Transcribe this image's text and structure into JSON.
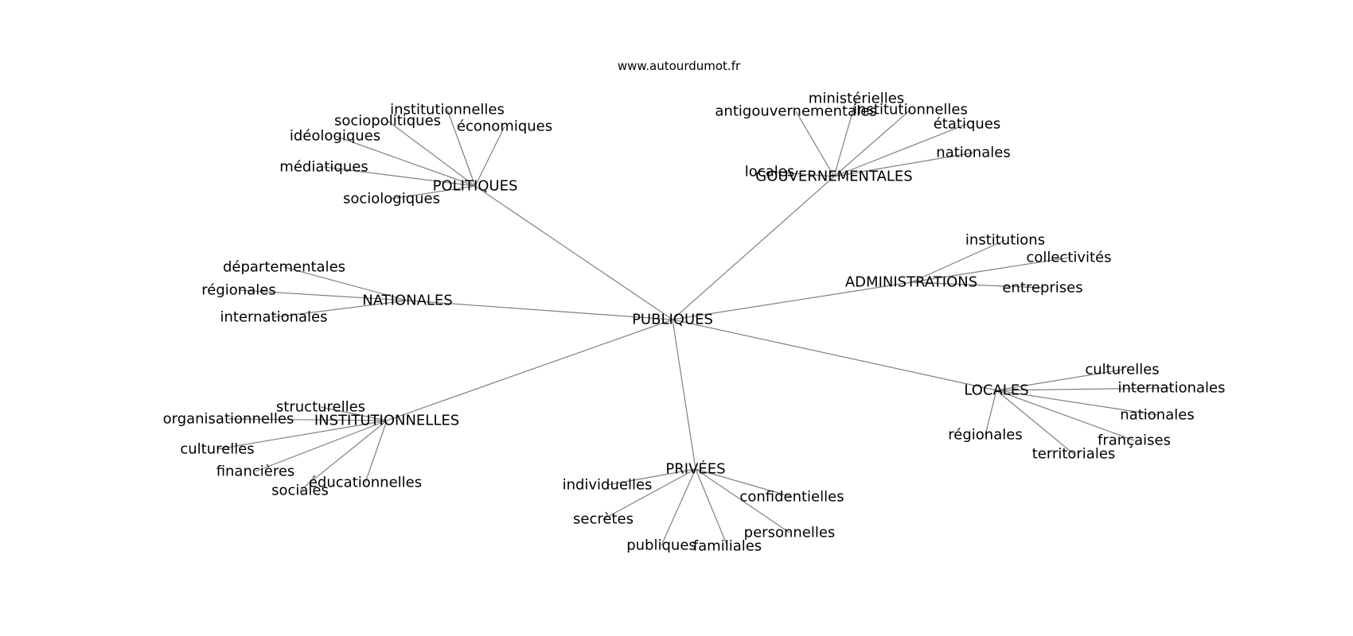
{
  "site": "www.autourdumot.fr",
  "graph": {
    "center": "PUBLIQUES",
    "clusters": [
      {
        "hub": "POLITIQUES",
        "leaves": [
          "institutionnelles",
          "sociopolitiques",
          "économiques",
          "idéologiques",
          "médiatiques",
          "sociologiques"
        ]
      },
      {
        "hub": "GOUVERNEMENTALES",
        "leaves": [
          "ministérielles",
          "antigouvernementales",
          "institutionnelles",
          "étatiques",
          "nationales",
          "locales"
        ]
      },
      {
        "hub": "ADMINISTRATIONS",
        "leaves": [
          "institutions",
          "collectivités",
          "entreprises"
        ]
      },
      {
        "hub": "NATIONALES",
        "leaves": [
          "départementales",
          "régionales",
          "internationales"
        ]
      },
      {
        "hub": "LOCALES",
        "leaves": [
          "culturelles",
          "internationales",
          "nationales",
          "françaises",
          "territoriales",
          "régionales"
        ]
      },
      {
        "hub": "INSTITUTIONNELLES",
        "leaves": [
          "structurelles",
          "organisationnelles",
          "culturelles",
          "financières",
          "sociales",
          "éducationnelles"
        ]
      },
      {
        "hub": "PRIVÉES",
        "leaves": [
          "individuelles",
          "confidentielles",
          "secrètes",
          "personnelles",
          "publiques",
          "familiales"
        ]
      }
    ]
  }
}
